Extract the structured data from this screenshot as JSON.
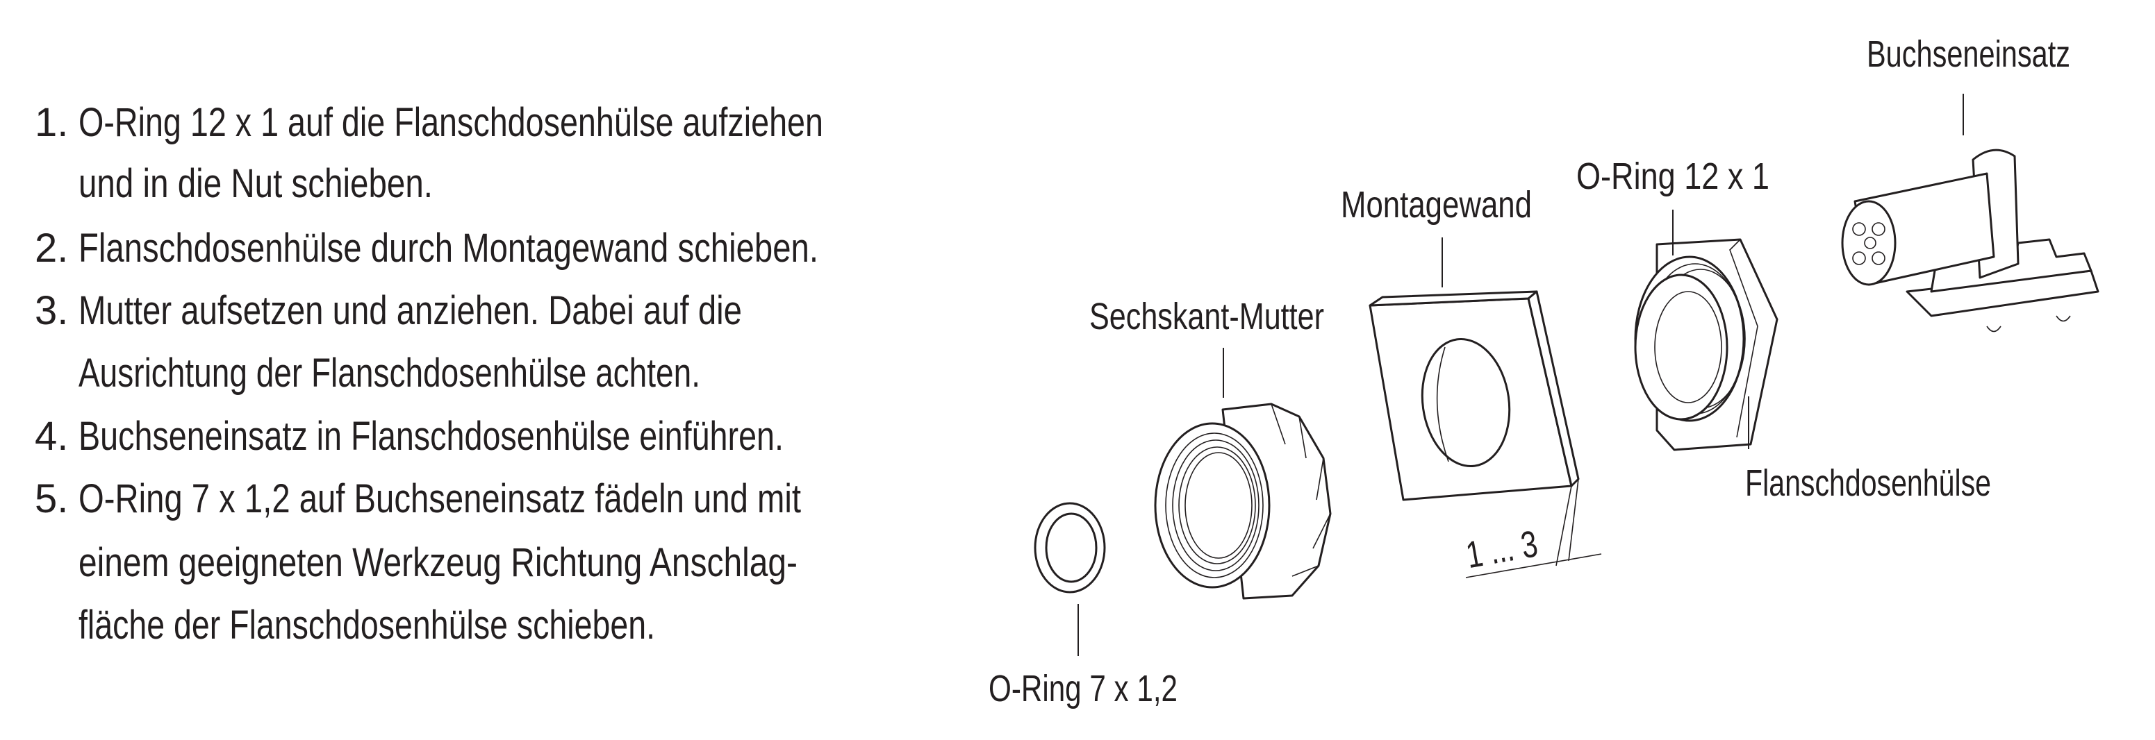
{
  "instructions": {
    "steps": [
      {
        "number": "1.",
        "lines": [
          "O-Ring 12 x 1 auf die Flanschdosenhülse aufziehen",
          "und in die Nut schieben."
        ]
      },
      {
        "number": "2.",
        "lines": [
          "Flanschdosenhülse durch Montagewand schieben."
        ]
      },
      {
        "number": "3.",
        "lines": [
          "Mutter aufsetzen und anziehen. Dabei auf die",
          "Ausrichtung der Flanschdosenhülse achten."
        ]
      },
      {
        "number": "4.",
        "lines": [
          "Buchseneinsatz in Flanschdosenhülse einführen."
        ]
      },
      {
        "number": "5.",
        "lines": [
          "O-Ring 7 x 1,2 auf Buchseneinsatz fädeln und mit",
          "einem geeigneten Werkzeug Richtung Anschlag-",
          "fläche der Flanschdosenhülse schieben."
        ]
      }
    ]
  },
  "diagram": {
    "labels": {
      "buchseneinsatz": "Buchseneinsatz",
      "oring_12": "O-Ring 12 x 1",
      "montagewand": "Montagewand",
      "sechskant_mutter": "Sechskant-Mutter",
      "flanschdosenhuelse": "Flanschdosenhülse",
      "oring_7": "O-Ring 7 x 1,2",
      "wall_thickness": "1 ... 3"
    }
  }
}
